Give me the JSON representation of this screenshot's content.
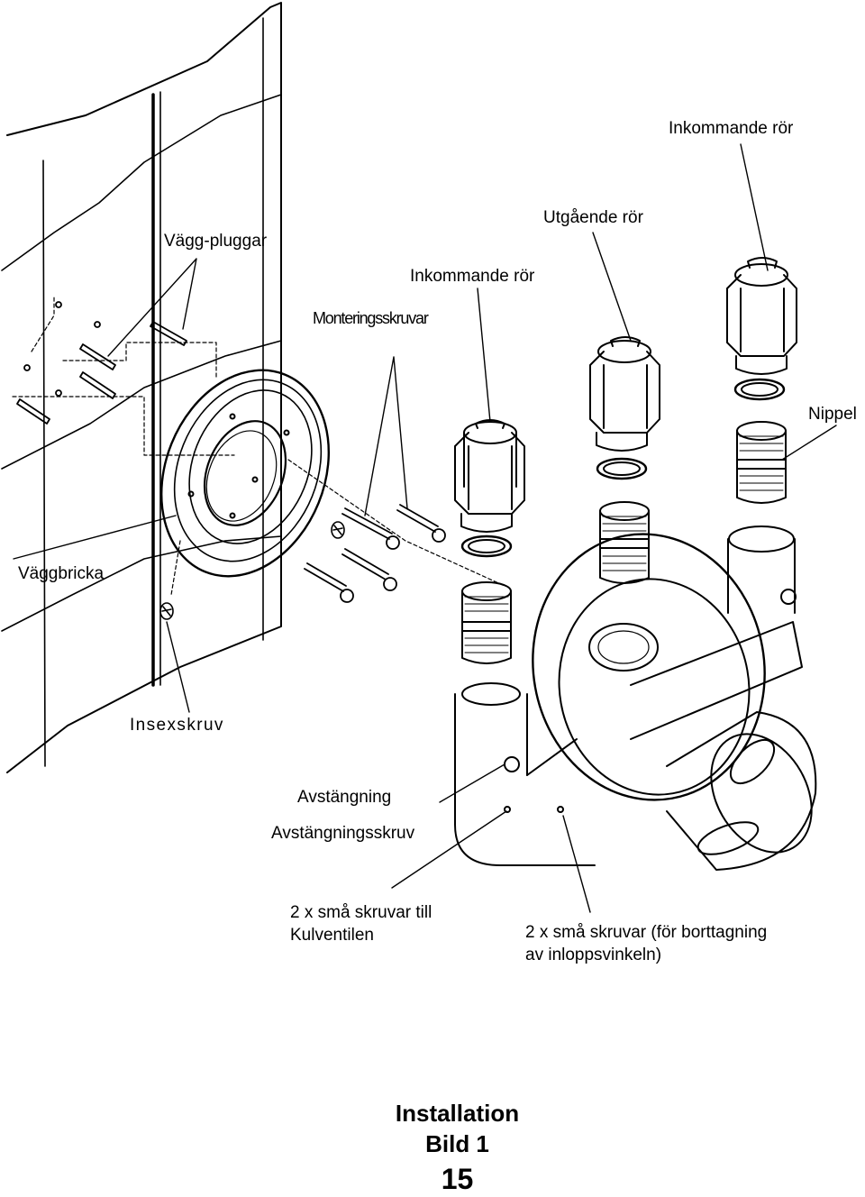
{
  "labels": {
    "inkommande_ror_top": "Inkommande rör",
    "utgaende_ror": "Utgående rör",
    "vagg_pluggar": "Vägg-pluggar",
    "inkommande_ror_mid": "Inkommande rör",
    "monteringsskruvar": "Monteringsskruvar",
    "nippel": "Nippel",
    "vaggbricka": "Väggbricka",
    "insexskruv": "Insexskruv",
    "avstangning": "Avstängning",
    "avstangningsskruv": "Avstängningsskruv",
    "sma_skruvar_kulventil_1": "2 x små skruvar till",
    "sma_skruvar_kulventil_2": "Kulventilen",
    "sma_skruvar_inlopp_1": "2 x små skruvar (för borttagning",
    "sma_skruvar_inlopp_2": "av inloppsvinkeln)"
  },
  "caption": {
    "title": "Installation",
    "subtitle": "Bild 1",
    "page_number": "15"
  }
}
